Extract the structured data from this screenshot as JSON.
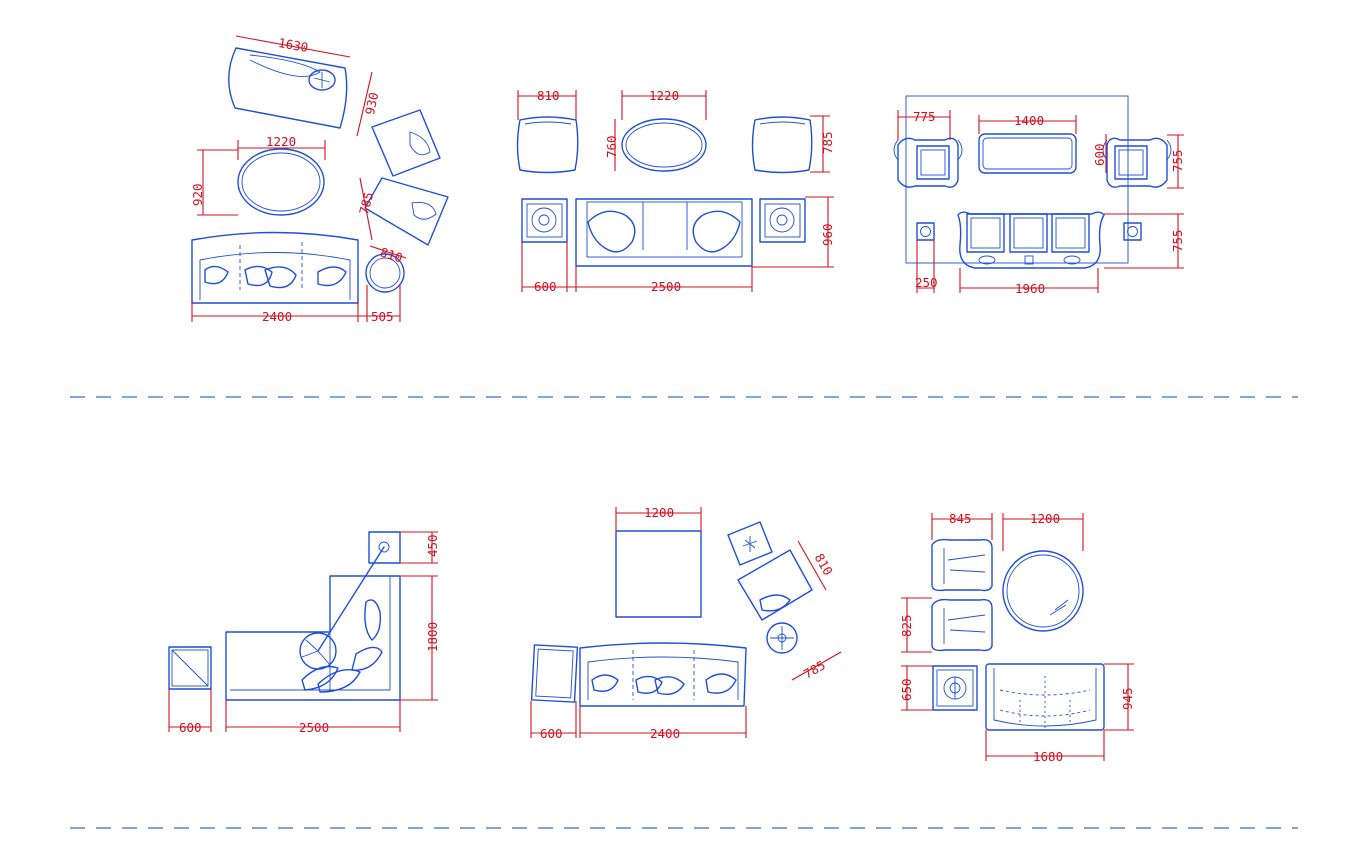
{
  "colors": {
    "furniture": "#1f4fd8",
    "dimension": "#d4101f",
    "separator": "#2f6fcf",
    "background": "#ffffff"
  },
  "row1": {
    "layout1": {
      "sofa_width": "2400",
      "side_table": "505",
      "coffee_table": "1220",
      "coffee_depth": "920",
      "chaise_length": "1630",
      "chaise_depth": "930",
      "chair_depth": "785",
      "chair_width": "810"
    },
    "layout2": {
      "chair_width": "810",
      "coffee_table": "1220",
      "coffee_depth": "760",
      "chair_depth": "785",
      "sofa_depth": "960",
      "side_table": "600",
      "sofa_width": "2500"
    },
    "layout3": {
      "chair_width": "775",
      "coffee_table": "1400",
      "coffee_depth": "600",
      "chair_depth": "755",
      "sofa_depth": "755",
      "side_table": "250",
      "sofa_width": "1960"
    }
  },
  "row2": {
    "layout4": {
      "lamp_table": "450",
      "sofa_depth": "1800",
      "side_table": "600",
      "sofa_width": "2500"
    },
    "layout5": {
      "coffee_table": "1200",
      "chair_width": "810",
      "chair_depth": "785",
      "side_table": "600",
      "sofa_width": "2400"
    },
    "layout6": {
      "chair_width": "845",
      "round_table": "1200",
      "chair_depth": "825",
      "side_table": "650",
      "sofa_depth": "945",
      "sofa_width": "1680"
    }
  }
}
